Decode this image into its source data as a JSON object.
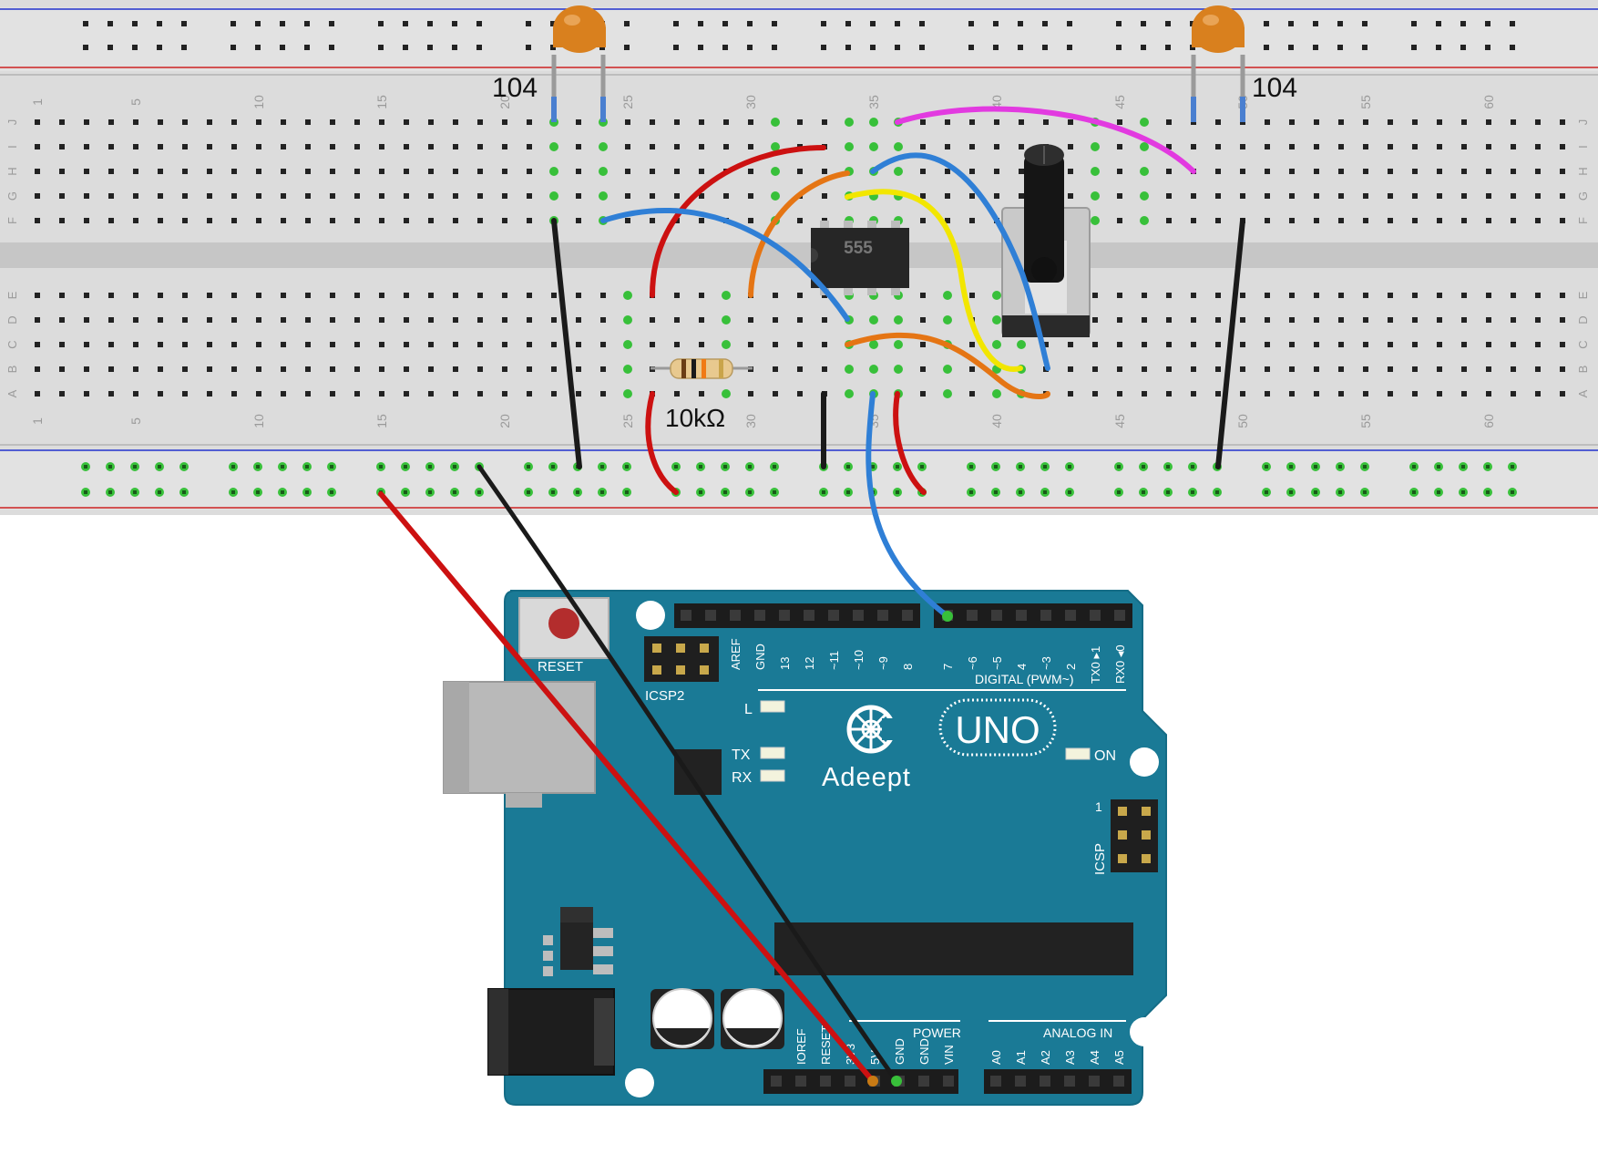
{
  "breadboard": {
    "column_numbers": [
      "1",
      "5",
      "10",
      "15",
      "20",
      "25",
      "30",
      "35",
      "40",
      "45",
      "50",
      "55",
      "60"
    ],
    "row_letters_top": [
      "J",
      "I",
      "H",
      "G",
      "F"
    ],
    "row_letters_bottom": [
      "E",
      "D",
      "C",
      "B",
      "A"
    ]
  },
  "components": {
    "capacitor_left_label": "104",
    "capacitor_right_label": "104",
    "resistor_label": "10kΩ",
    "ic_label": "555"
  },
  "arduino": {
    "brand": "Adeept",
    "model": "UNO",
    "reset_label": "RESET",
    "icsp2_label": "ICSP2",
    "icsp_label": "ICSP",
    "icsp_pin1": "1",
    "led_l": "L",
    "led_tx": "TX",
    "led_rx": "RX",
    "led_on": "ON",
    "digital_header_label": "DIGITAL (PWM~)",
    "power_label": "POWER",
    "analog_label": "ANALOG IN",
    "digital_pins": [
      "AREF",
      "GND",
      "13",
      "12",
      "~11",
      "~10",
      "~9",
      "8",
      "7",
      "~6",
      "~5",
      "4",
      "~3",
      "2",
      "TX0 ▸1",
      "RX0 ◂0"
    ],
    "power_pins": [
      "IOREF",
      "RESET",
      "3V3",
      "5V",
      "GND",
      "GND",
      "VIN"
    ],
    "analog_pins": [
      "A0",
      "A1",
      "A2",
      "A3",
      "A4",
      "A5"
    ]
  },
  "colors": {
    "board_blue": "#1a7a96",
    "wire_red": "#cc1111",
    "wire_black": "#1a1a1a",
    "wire_blue": "#2f7fd6",
    "wire_orange": "#e57514",
    "wire_yellow": "#f2e600",
    "wire_magenta": "#e23ae0",
    "breadboard": "#dcdcdc"
  }
}
